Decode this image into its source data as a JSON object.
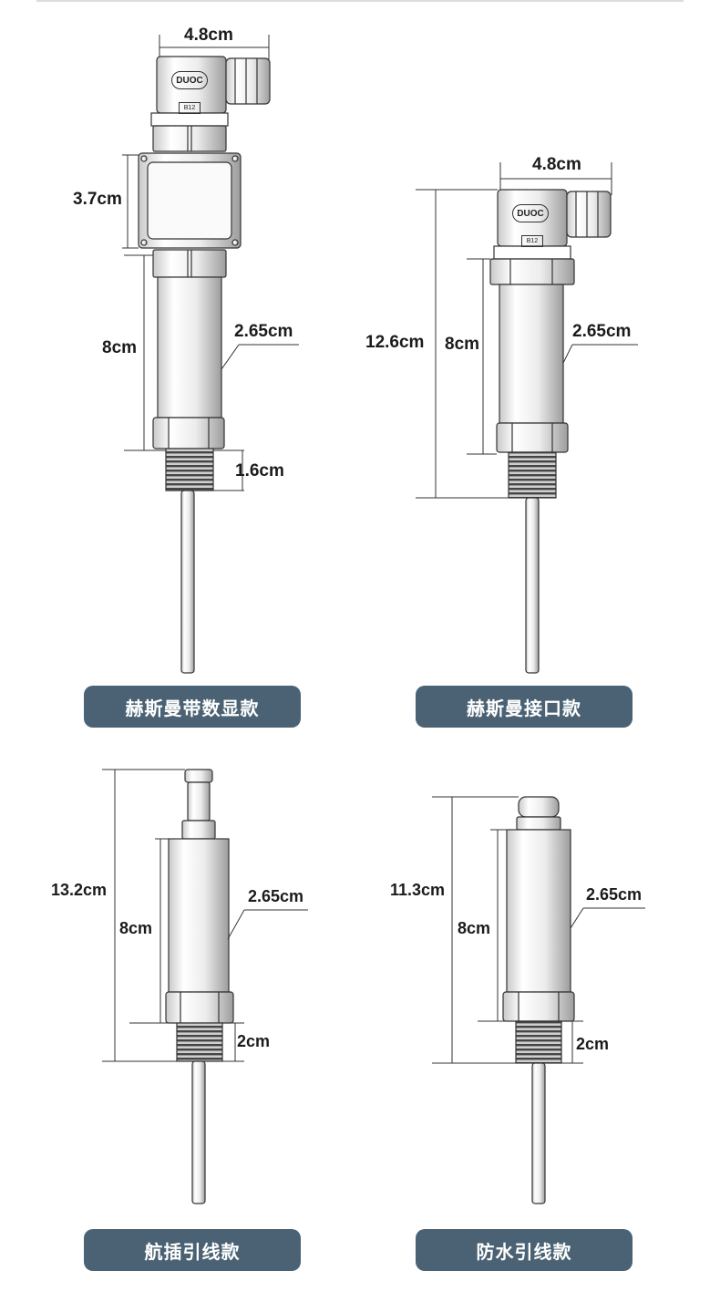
{
  "products": [
    {
      "caption": "赫斯曼带数显款",
      "dims": {
        "top_width": "4.8cm",
        "display_height": "3.7cm",
        "body_length": "8cm",
        "diameter": "2.65cm",
        "thread_length": "1.6cm"
      },
      "connector_logo": "DUOC",
      "connector_code": "B12"
    },
    {
      "caption": "赫斯曼接口款",
      "dims": {
        "top_width": "4.8cm",
        "total_height": "12.6cm",
        "body_length": "8cm",
        "diameter": "2.65cm"
      },
      "connector_logo": "DUOC",
      "connector_code": "B12"
    },
    {
      "caption": "航插引线款",
      "dims": {
        "total_height": "13.2cm",
        "body_length": "8cm",
        "diameter": "2.65cm",
        "thread_length": "2cm"
      }
    },
    {
      "caption": "防水引线款",
      "dims": {
        "total_height": "11.3cm",
        "body_length": "8cm",
        "diameter": "2.65cm",
        "thread_length": "2cm"
      }
    }
  ],
  "colors": {
    "caption_bg": "#4a6273",
    "caption_text": "#ffffff",
    "line": "#333333"
  }
}
